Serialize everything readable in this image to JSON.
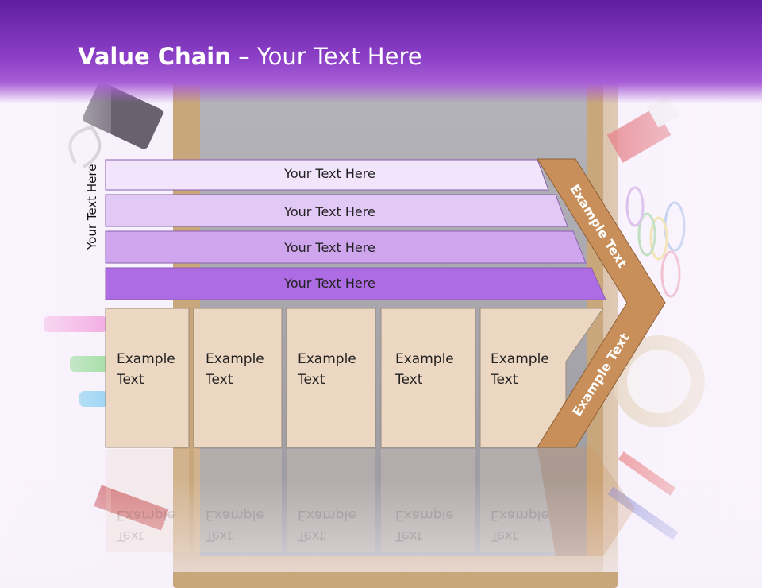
{
  "header": {
    "title_bold": "Value Chain",
    "title_rest": " – Your Text Here"
  },
  "side_label": "Your Text Here",
  "bars": [
    {
      "label": "Your Text Here",
      "color": "#f1e4fb"
    },
    {
      "label": "Your Text Here",
      "color": "#e2c8f5"
    },
    {
      "label": "Your Text Here",
      "color": "#cfa5ee"
    },
    {
      "label": "Your Text Here",
      "color": "#ad6ce3"
    }
  ],
  "cells": [
    {
      "line1": "Example",
      "line2": "Text"
    },
    {
      "line1": "Example",
      "line2": "Text"
    },
    {
      "line1": "Example",
      "line2": "Text"
    },
    {
      "line1": "Example",
      "line2": "Text"
    },
    {
      "line1": "Example",
      "line2": "Text"
    }
  ],
  "chevron": {
    "upper_label": "Example Text",
    "lower_label": "Example Text",
    "color": "#c98f5a"
  },
  "colors": {
    "cell_fill": "#ecd7c2",
    "header_purple": "#7a2fb8"
  }
}
